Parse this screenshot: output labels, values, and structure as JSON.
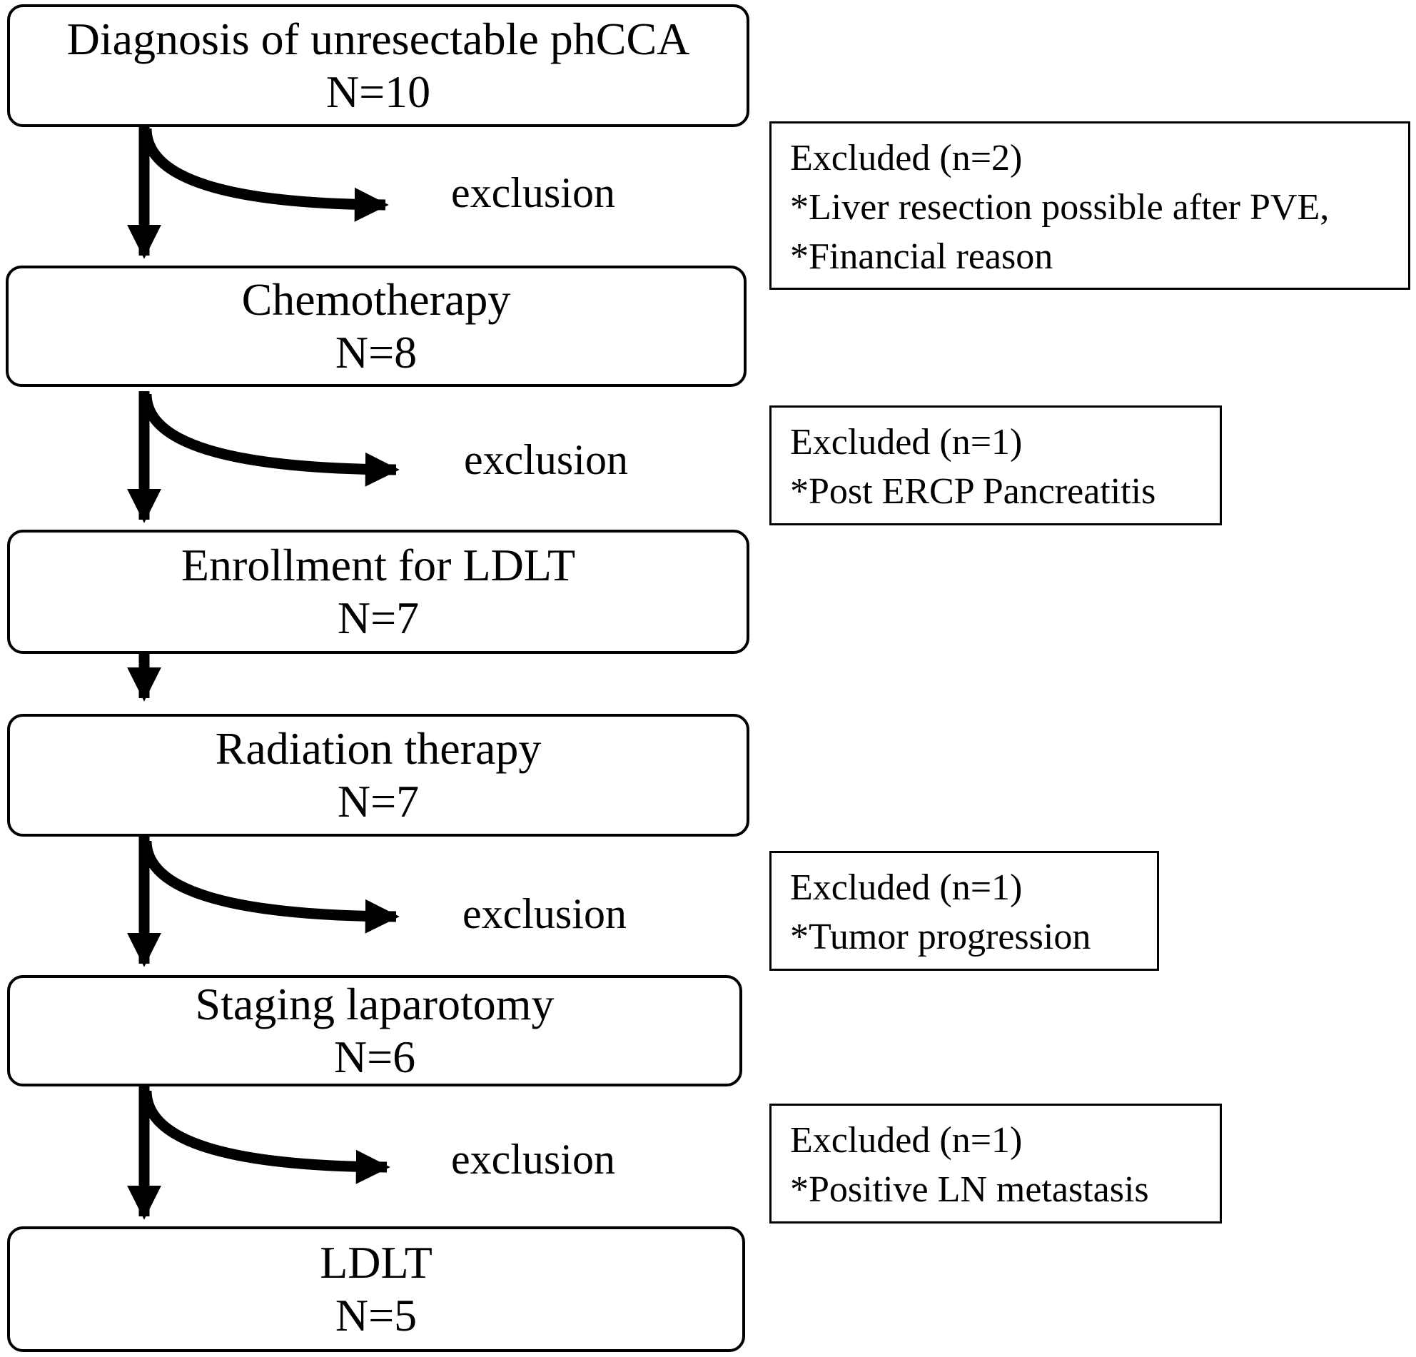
{
  "stages": [
    {
      "title": "Diagnosis of unresectable phCCA",
      "count": "N=10"
    },
    {
      "title": "Chemotherapy",
      "count": "N=8"
    },
    {
      "title": "Enrollment for LDLT",
      "count": "N=7"
    },
    {
      "title": "Radiation therapy",
      "count": "N=7"
    },
    {
      "title": "Staging laparotomy",
      "count": "N=6"
    },
    {
      "title": "LDLT",
      "count": "N=5"
    }
  ],
  "exclusion_label": "exclusion",
  "exclusions": [
    {
      "heading": "Excluded (n=2)",
      "reasons": [
        "*Liver resection possible after PVE,",
        "*Financial reason"
      ]
    },
    {
      "heading": "Excluded (n=1)",
      "reasons": [
        "*Post ERCP Pancreatitis"
      ]
    },
    {
      "heading": "Excluded (n=1)",
      "reasons": [
        "*Tumor progression"
      ]
    },
    {
      "heading": "Excluded (n=1)",
      "reasons": [
        "*Positive LN metastasis"
      ]
    }
  ]
}
